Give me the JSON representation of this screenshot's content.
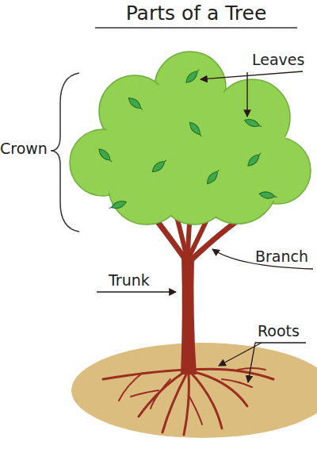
{
  "diagram": {
    "title": "Parts of a Tree",
    "labels": [
      "Leaves",
      "Crown",
      "Branch",
      "Trunk",
      "Roots"
    ]
  }
}
